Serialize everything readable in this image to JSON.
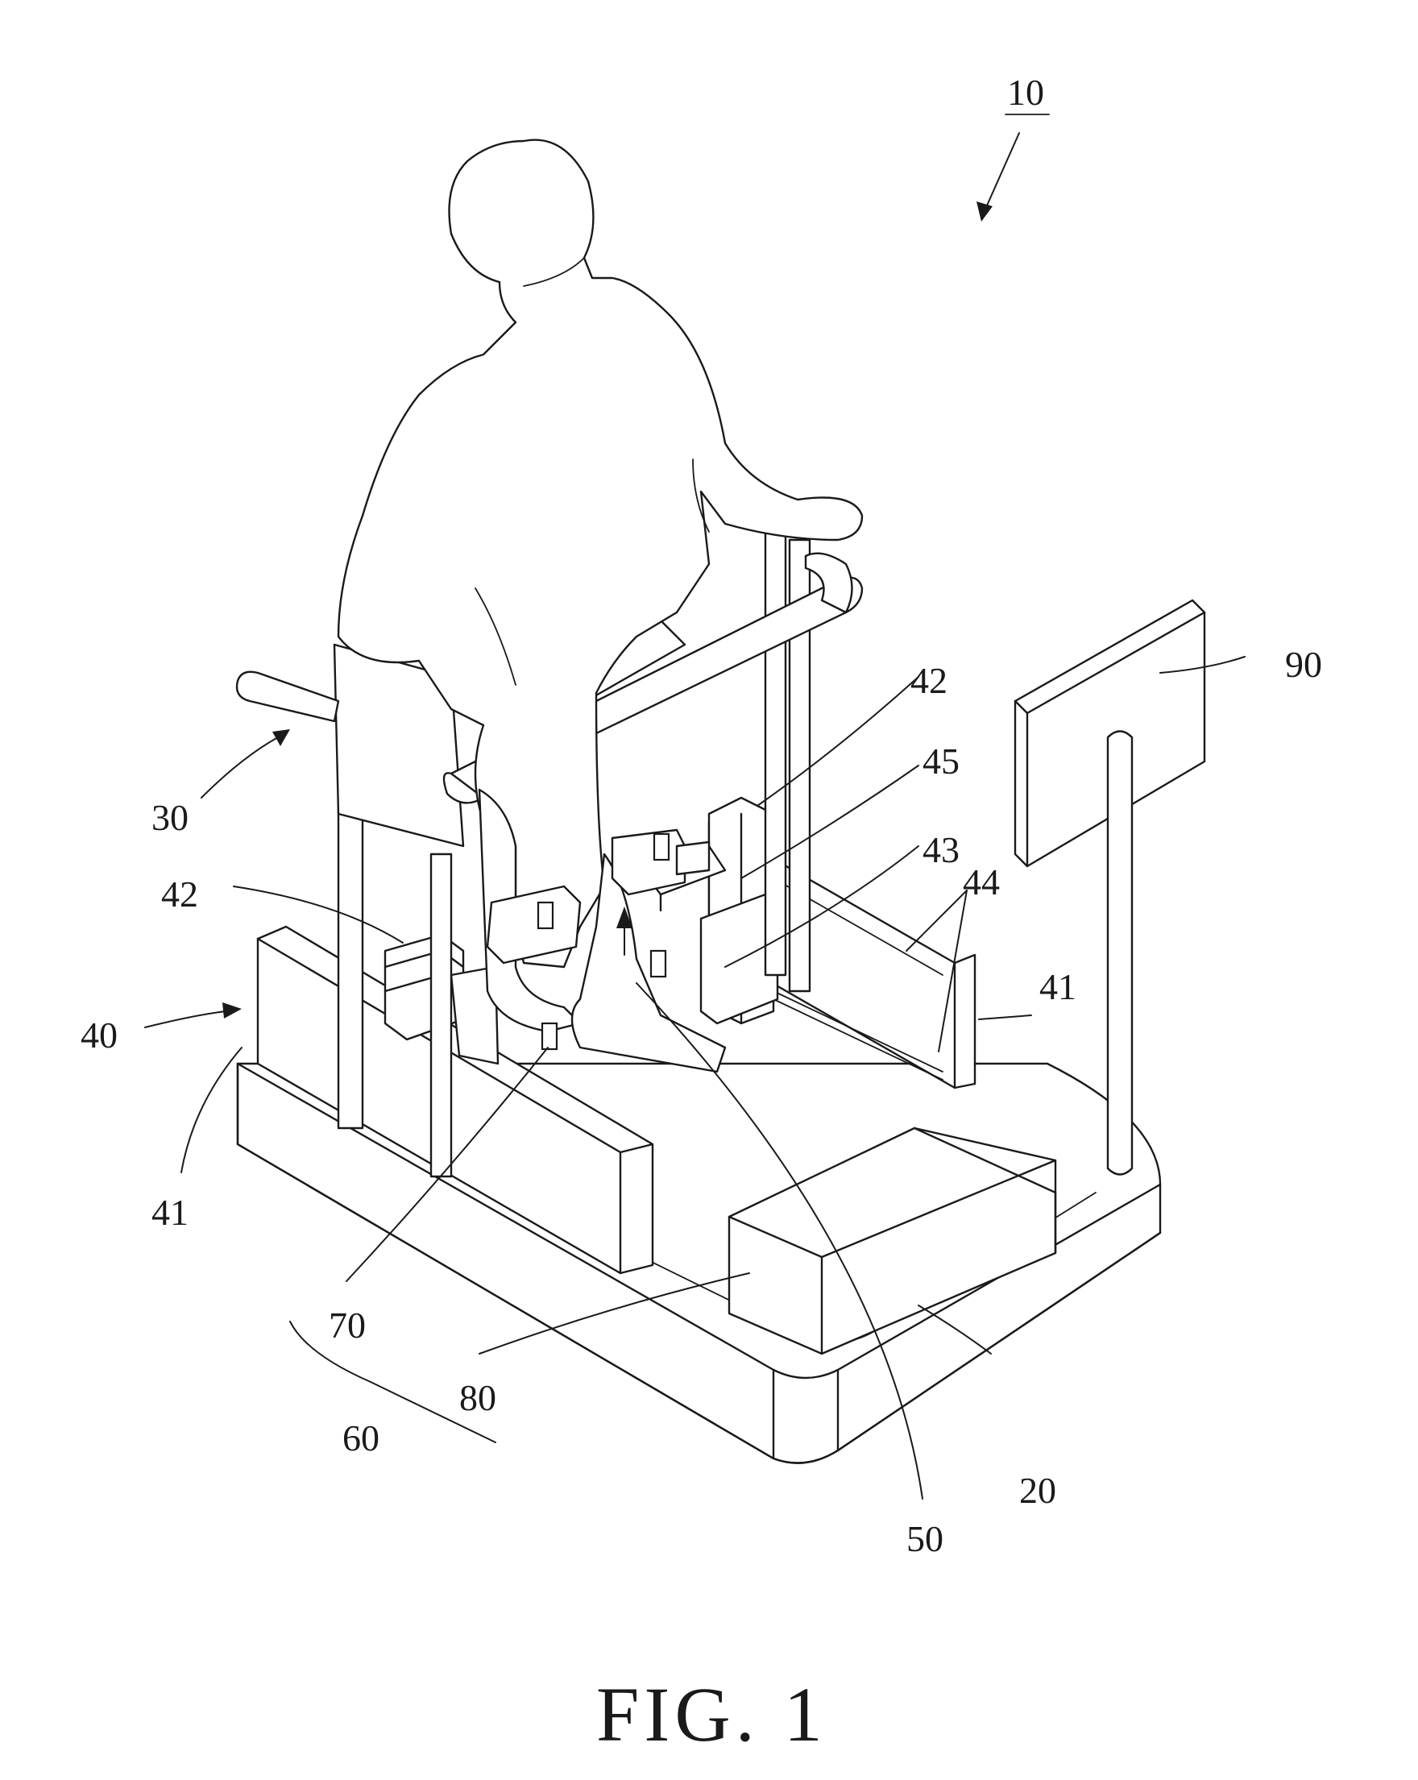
{
  "figure": {
    "caption": "FIG. 1",
    "labels": {
      "assembly": "10",
      "base": "20",
      "handrail": "30",
      "track_unit": "40",
      "track_left": "41",
      "track_right": "41",
      "slider_left": "42",
      "slider_right": "42",
      "carriage": "43",
      "rails": "44",
      "arm": "45",
      "foot_plate": "50",
      "region": "60",
      "sensor": "70",
      "control_box": "80",
      "display": "90"
    }
  }
}
